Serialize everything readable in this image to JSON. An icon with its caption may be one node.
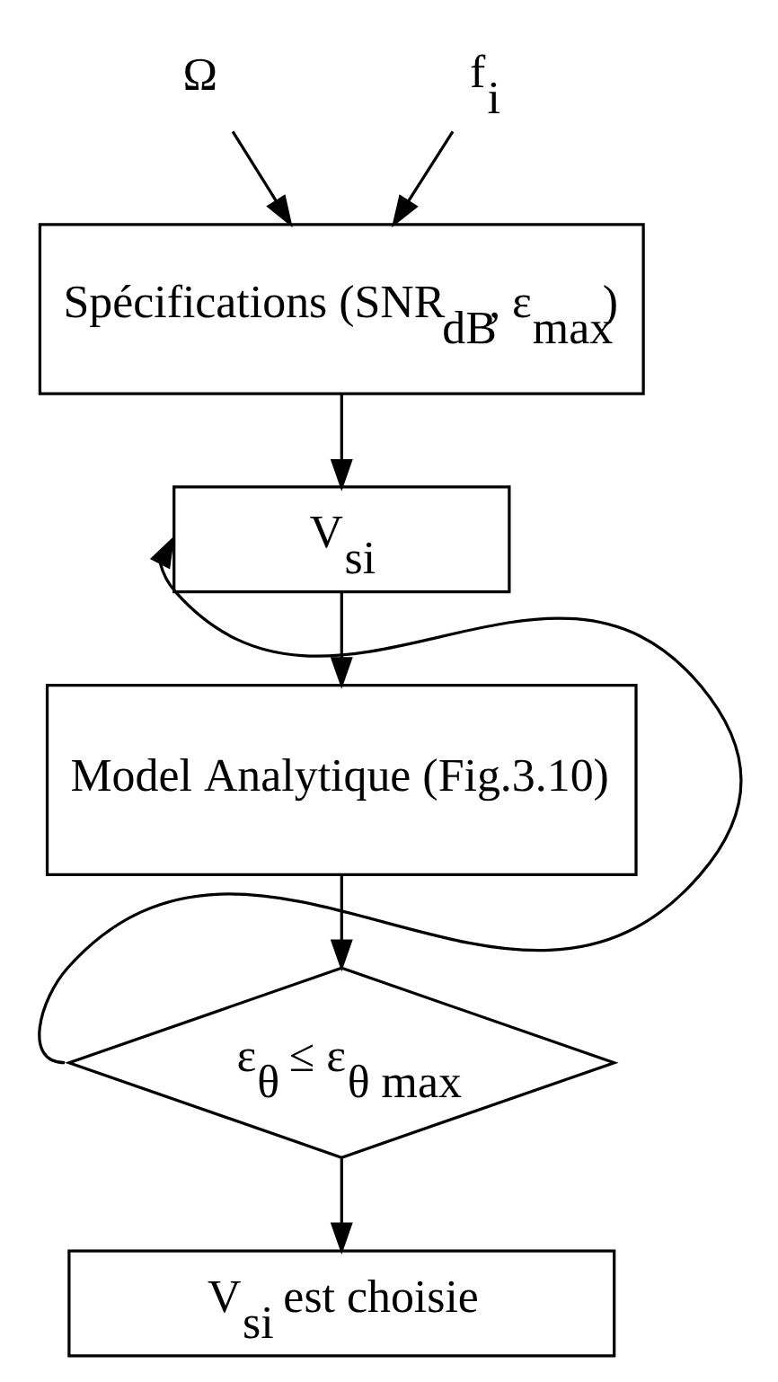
{
  "diagram": {
    "nodes": [
      {
        "text": [
          "Ω"
        ]
      },
      {
        "text": [
          "f$_{i}$"
        ]
      },
      {
        "text": [
          "Spécifications (SNR$_{dB}$, ε$_{max}$)"
        ]
      },
      {
        "text": [
          "V$_{si}$"
        ]
      },
      {
        "text": [
          "Model Analytique (Fig.3.10)"
        ]
      },
      {
        "text": [
          "ε$_{θ}$ ≤ ε$_{θ max}$"
        ]
      },
      {
        "text": [
          "V$_{si}$ est choisie"
        ]
      }
    ],
    "edges": [
      {
        "from": 0,
        "to": 2,
        "arrow": "to"
      },
      {
        "from": 1,
        "to": 2,
        "arrow": "to"
      },
      {
        "from": 2,
        "to": 3,
        "arrow": "to"
      },
      {
        "from": 3,
        "to": 4,
        "arrow": "to"
      },
      {
        "from": 4,
        "to": 5,
        "arrow": "to"
      },
      {
        "from": 5,
        "to": 3,
        "arrow": "to"
      },
      {
        "from": 5,
        "to": 6,
        "arrow": "to"
      }
    ]
  }
}
